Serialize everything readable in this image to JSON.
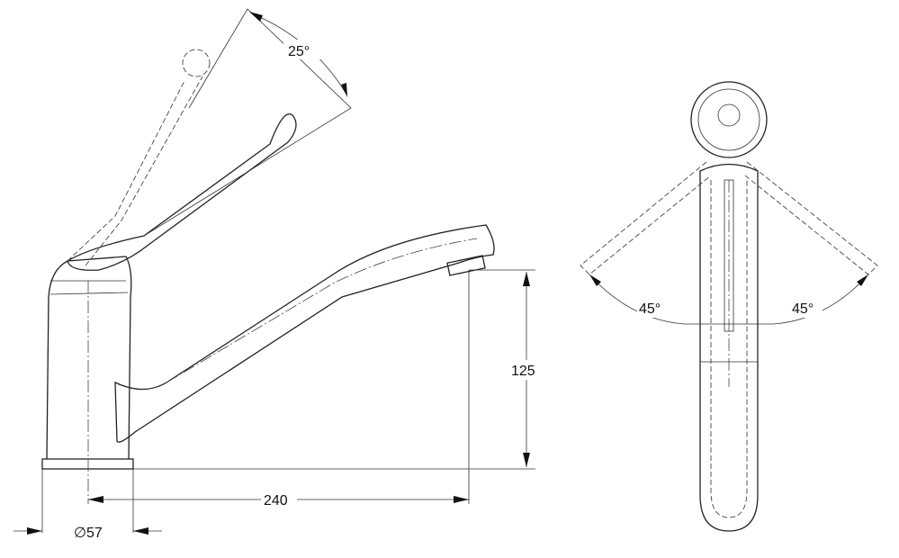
{
  "side_view": {
    "lever_angle": "25°",
    "height": "125",
    "reach": "240",
    "base_diameter": "∅57"
  },
  "front_view": {
    "left_angle": "45°",
    "right_angle": "45°"
  }
}
